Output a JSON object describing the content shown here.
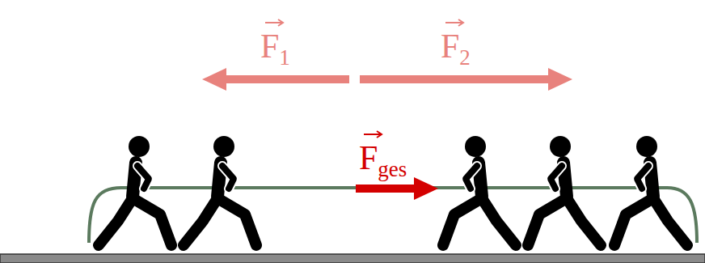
{
  "diagram": {
    "labels": [
      "F1",
      "F2",
      "Fges"
    ]
  }
}
